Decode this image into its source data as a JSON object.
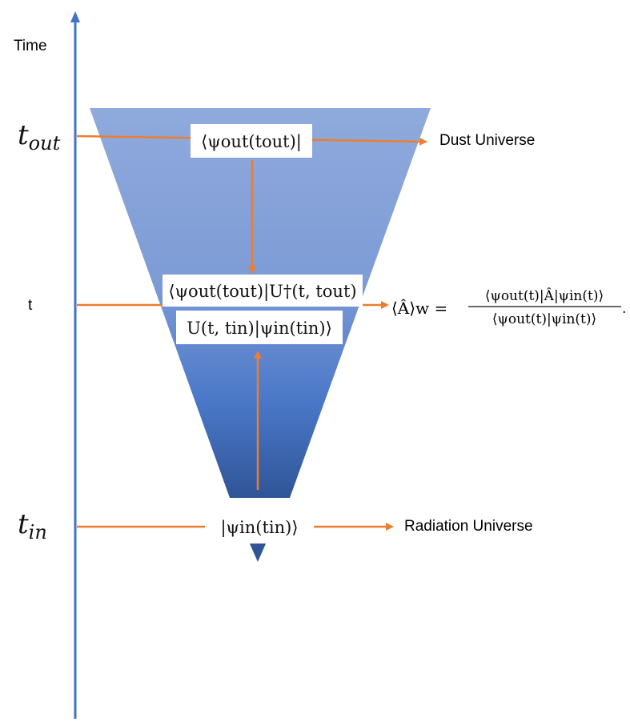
{
  "axis": {
    "time_label": "Time",
    "t_out_label": "t",
    "t_out_sub": "out",
    "t_label": "t",
    "t_in_label": "t",
    "t_in_sub": "in"
  },
  "states": {
    "bra_out": "⟨ψout(tout)|",
    "ket_in": "|ψin(tin)⟩",
    "evolved_bra": "⟨ψout(tout)|U†(t, tout)",
    "evolved_ket": "U(t, tin)|ψin(tin)⟩",
    "weak_value_lhs": "⟨Â⟩w =",
    "weak_value_num": "⟨ψout(t)|Â|ψin(t)⟩",
    "weak_value_den": "⟨ψout(t)|ψin(t)⟩",
    "weak_value_end": "."
  },
  "labels": {
    "dust": "Dust Universe",
    "radiation": "Radiation Universe"
  },
  "colors": {
    "axis": "#4472c4",
    "arrow": "#ed7d31",
    "cone_top": "#8faadc",
    "cone_bottom": "#2f5597"
  }
}
